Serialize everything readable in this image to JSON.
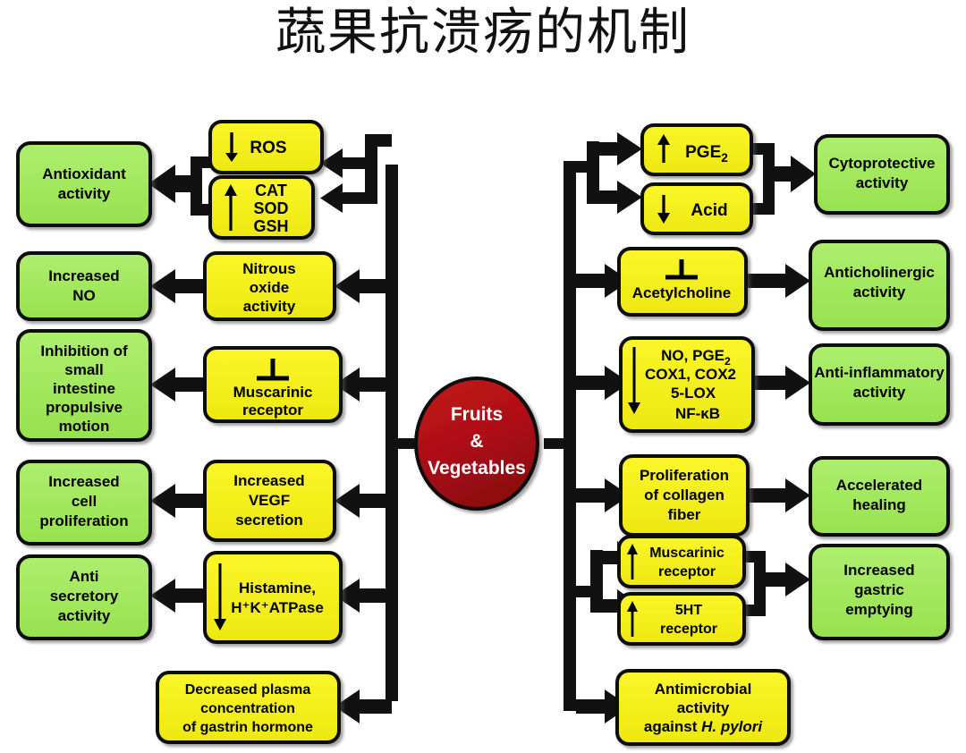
{
  "title": "蔬果抗溃疡的机制",
  "colors": {
    "yellow": "#F3EF1B",
    "green": "#A2E85C",
    "red": "#B31217",
    "stroke": "#111111",
    "text": "#000000",
    "center_text": "#FFFFFF",
    "background": "#FFFFFF"
  },
  "center": {
    "label_line1": "Fruits",
    "label_line2": "&",
    "label_line3": "Vegetables"
  },
  "left_branch": {
    "mechanisms": [
      {
        "id": "ros",
        "arrow": "down",
        "lines": [
          "ROS"
        ]
      },
      {
        "id": "cat-sod-gsh",
        "arrow": "up",
        "lines": [
          "CAT",
          "SOD",
          "GSH"
        ]
      },
      {
        "id": "nitrous-oxide-activity",
        "arrow": "none",
        "lines": [
          "Nitrous",
          "oxide",
          "activity"
        ]
      },
      {
        "id": "muscarinic-receptor-inhibit",
        "arrow": "inhibit",
        "lines": [
          "Muscarinic",
          "receptor"
        ]
      },
      {
        "id": "increased-vegf-secretion",
        "arrow": "none",
        "lines": [
          "Increased",
          "VEGF",
          "secretion"
        ]
      },
      {
        "id": "histamine-hk-atpase",
        "arrow": "down-tall",
        "lines": [
          "Histamine,",
          "H⁺K⁺ATPase"
        ]
      },
      {
        "id": "decreased-plasma-gastrin",
        "arrow": "none",
        "lines": [
          "Decreased plasma",
          "concentration",
          "of gastrin hormone"
        ]
      }
    ],
    "outcomes": [
      {
        "id": "antioxidant-activity",
        "lines": [
          "Antioxidant",
          "activity"
        ]
      },
      {
        "id": "increased-no",
        "lines": [
          "Increased",
          "NO"
        ]
      },
      {
        "id": "inhibition-small-intestine",
        "lines": [
          "Inhibition of",
          "small",
          "intestine",
          "propulsive",
          "motion"
        ]
      },
      {
        "id": "increased-cell-proliferation",
        "lines": [
          "Increased",
          "cell",
          "proliferation"
        ]
      },
      {
        "id": "anti-secretory-activity",
        "lines": [
          "Anti",
          "secretory",
          "activity"
        ]
      }
    ]
  },
  "right_branch": {
    "mechanisms": [
      {
        "id": "pge2",
        "arrow": "up",
        "lines": [
          "PGE₂"
        ]
      },
      {
        "id": "acid",
        "arrow": "down",
        "lines": [
          "Acid"
        ]
      },
      {
        "id": "acetylcholine",
        "arrow": "inhibit",
        "lines": [
          "Acetylcholine"
        ]
      },
      {
        "id": "no-pge2-cox-lox-nfkb",
        "arrow": "down-tall",
        "lines": [
          "NO, PGE₂",
          "COX1, COX2",
          "5-LOX",
          "NF-κB"
        ]
      },
      {
        "id": "proliferation-collagen-fiber",
        "arrow": "none",
        "lines": [
          "Proliferation",
          "of collagen",
          "fiber"
        ]
      },
      {
        "id": "muscarinic-receptor-up",
        "arrow": "up",
        "lines": [
          "Muscarinic",
          "receptor"
        ]
      },
      {
        "id": "5ht-receptor",
        "arrow": "up",
        "lines": [
          "5HT",
          "receptor"
        ]
      },
      {
        "id": "antimicrobial-h-pylori",
        "arrow": "none",
        "lines": [
          "Antimicrobial",
          "activity",
          "against H. pylori"
        ]
      }
    ],
    "outcomes": [
      {
        "id": "cytoprotective-activity",
        "lines": [
          "Cytoprotective",
          "activity"
        ]
      },
      {
        "id": "anticholinergic-activity",
        "lines": [
          "Anticholinergic",
          "activity"
        ]
      },
      {
        "id": "anti-inflammatory-activity",
        "lines": [
          "Anti-inflammatory",
          "activity"
        ]
      },
      {
        "id": "accelerated-healing",
        "lines": [
          "Accelerated",
          "healing"
        ]
      },
      {
        "id": "increased-gastric-emptying",
        "lines": [
          "Increased",
          "gastric",
          "emptying"
        ]
      }
    ]
  }
}
